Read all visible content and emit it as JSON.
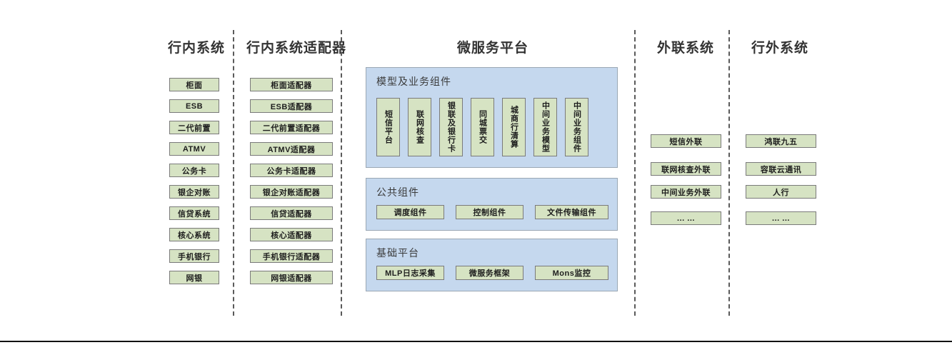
{
  "diagram": {
    "columns": [
      {
        "key": "internal_systems",
        "title": "行内系统",
        "items": [
          "柜面",
          "ESB",
          "二代前置",
          "ATMV",
          "公务卡",
          "银企对账",
          "信贷系统",
          "核心系统",
          "手机银行",
          "网银"
        ]
      },
      {
        "key": "internal_adapters",
        "title": "行内系统适配器",
        "items": [
          "柜面适配器",
          "ESB适配器",
          "二代前置适配器",
          "ATMV适配器",
          "公务卡适配器",
          "银企对账适配器",
          "信贷适配器",
          "核心适配器",
          "手机银行适配器",
          "网银适配器"
        ]
      },
      {
        "key": "microservice_platform",
        "title": "微服务平台",
        "groups": [
          {
            "key": "model_business_components",
            "title": "模型及业务组件",
            "orientation": "vertical",
            "items": [
              "短信平台",
              "联网核查",
              "银联及银行卡",
              "同城票交",
              "城商行清算",
              "中间业务模型",
              "中间业务组件"
            ]
          },
          {
            "key": "public_components",
            "title": "公共组件",
            "orientation": "horizontal",
            "items": [
              "调度组件",
              "控制组件",
              "文件传输组件"
            ]
          },
          {
            "key": "base_platform",
            "title": "基础平台",
            "orientation": "horizontal",
            "items": [
              "MLP日志采集",
              "微服务框架",
              "Mons监控"
            ]
          }
        ]
      },
      {
        "key": "external_link_systems",
        "title": "外联系统",
        "items": [
          "短信外联",
          "联网核查外联",
          "中间业务外联",
          "... ..."
        ]
      },
      {
        "key": "outside_bank_systems",
        "title": "行外系统",
        "items": [
          "鸿联九五",
          "容联云通讯",
          "人行",
          "... ..."
        ]
      }
    ],
    "colors": {
      "node_fill": "#d6e3c3",
      "node_border": "#7a7a7a",
      "panel_fill": "#c5d8ee",
      "panel_border": "#9aa7b4",
      "separator": "#5a5a5a",
      "title_text": "#333333",
      "background": "#ffffff"
    }
  }
}
